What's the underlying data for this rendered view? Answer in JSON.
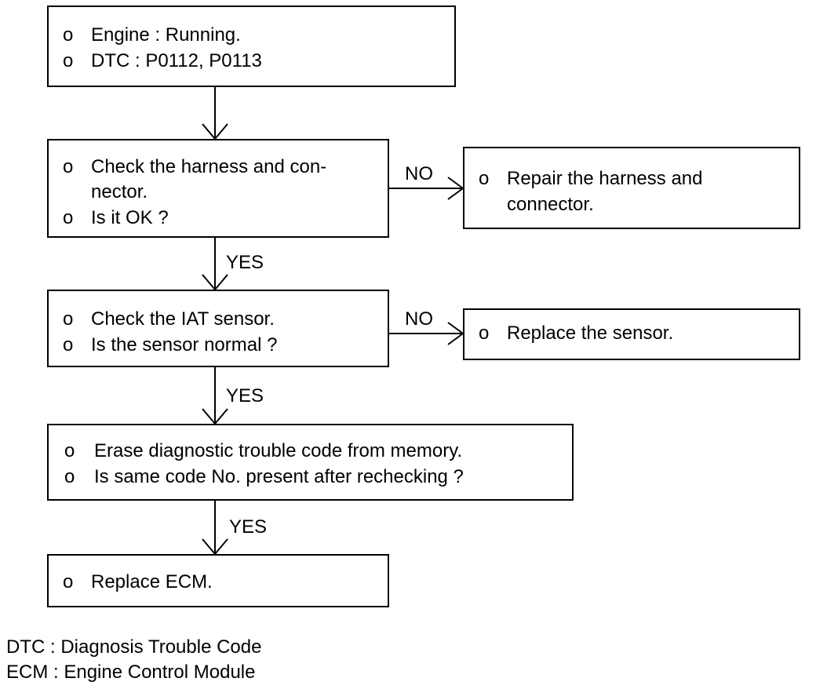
{
  "bullet": "o",
  "boxes": {
    "start": {
      "lines": [
        "Engine : Running.",
        "DTC : P0112, P0113"
      ]
    },
    "check_harness": {
      "lines": [
        "Check the harness and con-",
        "nector.",
        "Is it OK ?"
      ]
    },
    "repair_harness": {
      "lines": [
        "Repair the harness and",
        "connector."
      ]
    },
    "check_sensor": {
      "lines": [
        "Check the IAT sensor.",
        "Is the sensor normal ?"
      ]
    },
    "replace_sensor": {
      "lines": [
        "Replace the sensor."
      ]
    },
    "erase_code": {
      "lines": [
        "Erase diagnostic trouble code from memory.",
        "Is same code No. present after rechecking ?"
      ]
    },
    "replace_ecm": {
      "lines": [
        "Replace ECM."
      ]
    }
  },
  "labels": {
    "yes": "YES",
    "no": "NO"
  },
  "legend": [
    "DTC : Diagnosis Trouble Code",
    "ECM : Engine Control Module"
  ]
}
